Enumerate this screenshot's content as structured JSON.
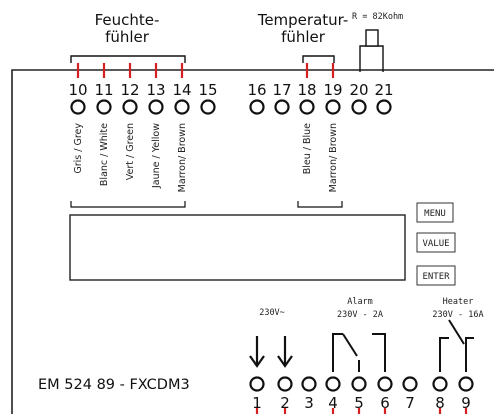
{
  "sensors": {
    "humidity_label_1": "Feuchte-",
    "humidity_label_2": "fühler",
    "temperature_label_1": "Temperatur-",
    "temperature_label_2": "fühler",
    "resistor_note": "R = 82Kohm"
  },
  "top_terminals": [
    {
      "num": "10",
      "marked": true
    },
    {
      "num": "11",
      "marked": true
    },
    {
      "num": "12",
      "marked": true
    },
    {
      "num": "13",
      "marked": true
    },
    {
      "num": "14",
      "marked": true
    },
    {
      "num": "15",
      "marked": false
    },
    {
      "num": "16",
      "marked": false
    },
    {
      "num": "17",
      "marked": false
    },
    {
      "num": "18",
      "marked": true
    },
    {
      "num": "19",
      "marked": true
    },
    {
      "num": "20",
      "marked": false
    },
    {
      "num": "21",
      "marked": false
    }
  ],
  "wire_colors": [
    {
      "terminal": "10",
      "text": "Gris / Grey"
    },
    {
      "terminal": "11",
      "text": "Blanc / White"
    },
    {
      "terminal": "12",
      "text": "Vert / Green"
    },
    {
      "terminal": "13",
      "text": "Jaune / Yellow"
    },
    {
      "terminal": "14",
      "text": "Marron/ Brown"
    },
    {
      "terminal": "18",
      "text": "Bleu / Blue"
    },
    {
      "terminal": "19",
      "text": "Marron/ Brown"
    }
  ],
  "buttons": {
    "menu": "MENU",
    "value": "VALUE",
    "enter": "ENTER"
  },
  "outputs": {
    "power_label": "230V~",
    "alarm_title": "Alarm",
    "alarm_rating": "230V - 2A",
    "heater_title": "Heater",
    "heater_rating": "230V - 16A"
  },
  "bottom_terminals": [
    {
      "num": "1",
      "marked": true
    },
    {
      "num": "2",
      "marked": true
    },
    {
      "num": "3",
      "marked": false
    },
    {
      "num": "4",
      "marked": true
    },
    {
      "num": "5",
      "marked": true
    },
    {
      "num": "6",
      "marked": true
    },
    {
      "num": "7",
      "marked": false
    },
    {
      "num": "8",
      "marked": true
    },
    {
      "num": "9",
      "marked": true
    }
  ],
  "model": "EM 524 89 - FXCDM3",
  "colors": {
    "line": "#111111",
    "marker": "#d42020",
    "housing_border": "#222222"
  }
}
